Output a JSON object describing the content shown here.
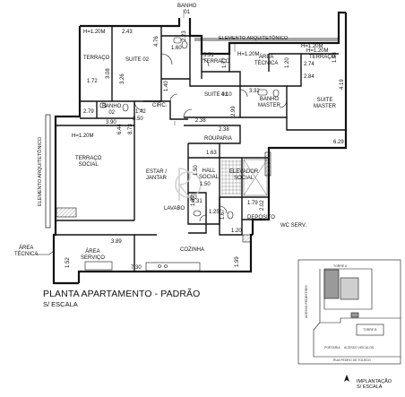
{
  "title": "PLANTA APARTAMENTO - PADRÃO",
  "subtitle": "S/ ESCALA",
  "rooms": {
    "banho01": "BANHO\n01",
    "terraco_left": "TERRAÇO",
    "suite02": "SUITE 02",
    "banho02": "BANHO\n02",
    "circ": "CIRC.",
    "terraco_mid": "TERRAÇO",
    "area_tecnica_top": "ÁREA\nTÉCNICA",
    "terraco_right": "TERRAÇO",
    "suite01": "SUITE 01",
    "banho_master": "BANHO\nMASTER",
    "suite_master": "SUITE\nMASTER",
    "rouparia": "ROUPARIA",
    "terraco_social": "TERRAÇO\nSOCIAL",
    "estar_jantar": "ESTAR /\nJANTAR",
    "hall_social": "HALL\nSOCIAL",
    "elevador_social": "ELEVADOR\nSOCIAL",
    "lavabo": "LAVABO",
    "deposito": "DEPÓSITO",
    "wc_serv": "WC SERV.",
    "area_servico": "ÁREA\nSERVIÇO",
    "cozinha": "COZINHA",
    "area_tecnica_left": "ÁREA\nTÉCNICA",
    "elemento_top": "ELEMENTO ARQUITETÔNICO",
    "elemento_left": "ELEMENTO ARQUITETÔNICO"
  },
  "dims": {
    "d243": "2.43",
    "d476": "4.76",
    "d160": "1.60",
    "d223": "2.23",
    "h120a": "H=1.20M",
    "d172": "1.72",
    "d308": "3.08",
    "d326": "3.26",
    "d279": "2.79",
    "d142": "1.42",
    "d140": "1.40",
    "d390": "3.90",
    "d350": "3.50",
    "d644": "6.44",
    "d873": "8.73",
    "h120b": "H=1.20M",
    "d551": "5.51",
    "h120c": "H=1.20M",
    "d177": "1.77",
    "d120": "1.20",
    "h120d": "H=1.20M",
    "d274": "2.74",
    "d133": "1.33",
    "d284": "2.84",
    "d419": "4.19",
    "d410": "4.10",
    "d332": "3.32",
    "d299": "2.99",
    "d238a": "2.38",
    "d238b": "2.38",
    "d629": "6.29",
    "h120e": "H=1.20M",
    "d163": "1.63",
    "d150a": "1.50",
    "d150b": "1.50",
    "d189": "1.89",
    "d131": "1.31",
    "d167": "1.67",
    "d179": "1.79",
    "d202": "2.02",
    "d125": "1.25",
    "d120b": "1.20",
    "d389": "3.89",
    "d152": "1.52",
    "d730": "7.30",
    "d199": "1.99"
  },
  "inset": {
    "torre_a": "TORRE A",
    "torre_b": "TORRE B",
    "rua": "RUA PEDRO DE TOLEDO",
    "acesso": "ACESSO PEDESTRES",
    "portaria": "PORTARIA",
    "veiculos": "ACESSO VEÍCULOS",
    "implantacao": "IMPLANTAÇÃO\nS/ ESCALA"
  },
  "colors": {
    "ink": "#111111",
    "hatch": "#555555",
    "watermark": "#c9c9c9",
    "inset_fill": "#9a9a9a"
  }
}
